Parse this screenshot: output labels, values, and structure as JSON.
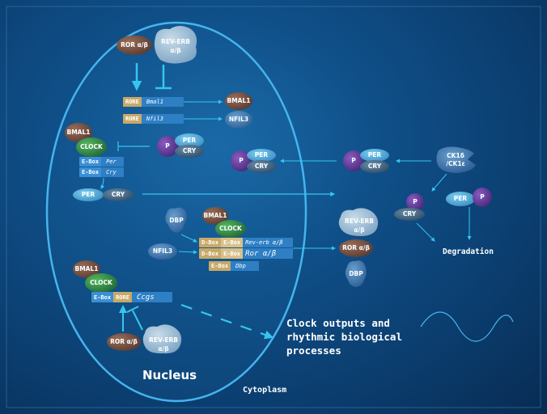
{
  "regulators_top": {
    "ror": "ROR α/β",
    "reverb": "REV-ERB α/β"
  },
  "rore_bmal1": {
    "element": "RORE",
    "gene": "Bmal1",
    "product": "BMAL1"
  },
  "rore_nfil3": {
    "element": "RORE",
    "gene": "Nfil3",
    "product": "NFIL3"
  },
  "core_complex": {
    "bmal1": "BMAL1",
    "clock": "CLOCK"
  },
  "ebox_per": {
    "element": "E-Box",
    "gene": "Per"
  },
  "ebox_cry": {
    "element": "E-Box",
    "gene": "Cry"
  },
  "per_cry_nucleus": {
    "p": "P",
    "per": "PER",
    "cry": "CRY"
  },
  "per_cry_released": {
    "per": "PER",
    "cry": "CRY"
  },
  "per_cry_center": {
    "p": "P",
    "per": "PER",
    "cry": "CRY"
  },
  "per_cry_right": {
    "p": "P",
    "per": "PER",
    "cry": "CRY"
  },
  "kinase": "CK1δ /CK1ε",
  "degradation_group": {
    "p1": "P",
    "cry": "CRY",
    "per": "PER",
    "p2": "P",
    "label": "Degradation"
  },
  "dbp_block": {
    "dbp": "DBP",
    "bmal1": "BMAL1",
    "clock": "CLOCK",
    "nfil3": "NFIL3",
    "row1": {
      "d": "D-Box",
      "e": "E-Box",
      "gene": "Rev-erb α/β"
    },
    "row2": {
      "d": "D-Box",
      "e": "E-Box",
      "gene": "Ror α/β"
    },
    "row3": {
      "e": "E-Box",
      "gene": "Dbp"
    }
  },
  "products_right": {
    "reverb": "REV-ERB α/β",
    "ror": "ROR α/β",
    "dbp": "DBP"
  },
  "ccg_block": {
    "bmal1": "BMAL1",
    "clock": "CLOCK",
    "ebox": "E-Box",
    "rore": "RORE",
    "gene": "Ccgs",
    "ror": "ROR α/β",
    "reverb": "REV-ERB α/β"
  },
  "outputs_text": [
    "Clock outputs and",
    "rhythmic biological",
    "processes"
  ],
  "nucleus_label": "Nucleus",
  "cytoplasm_label": "Cytoplasm"
}
